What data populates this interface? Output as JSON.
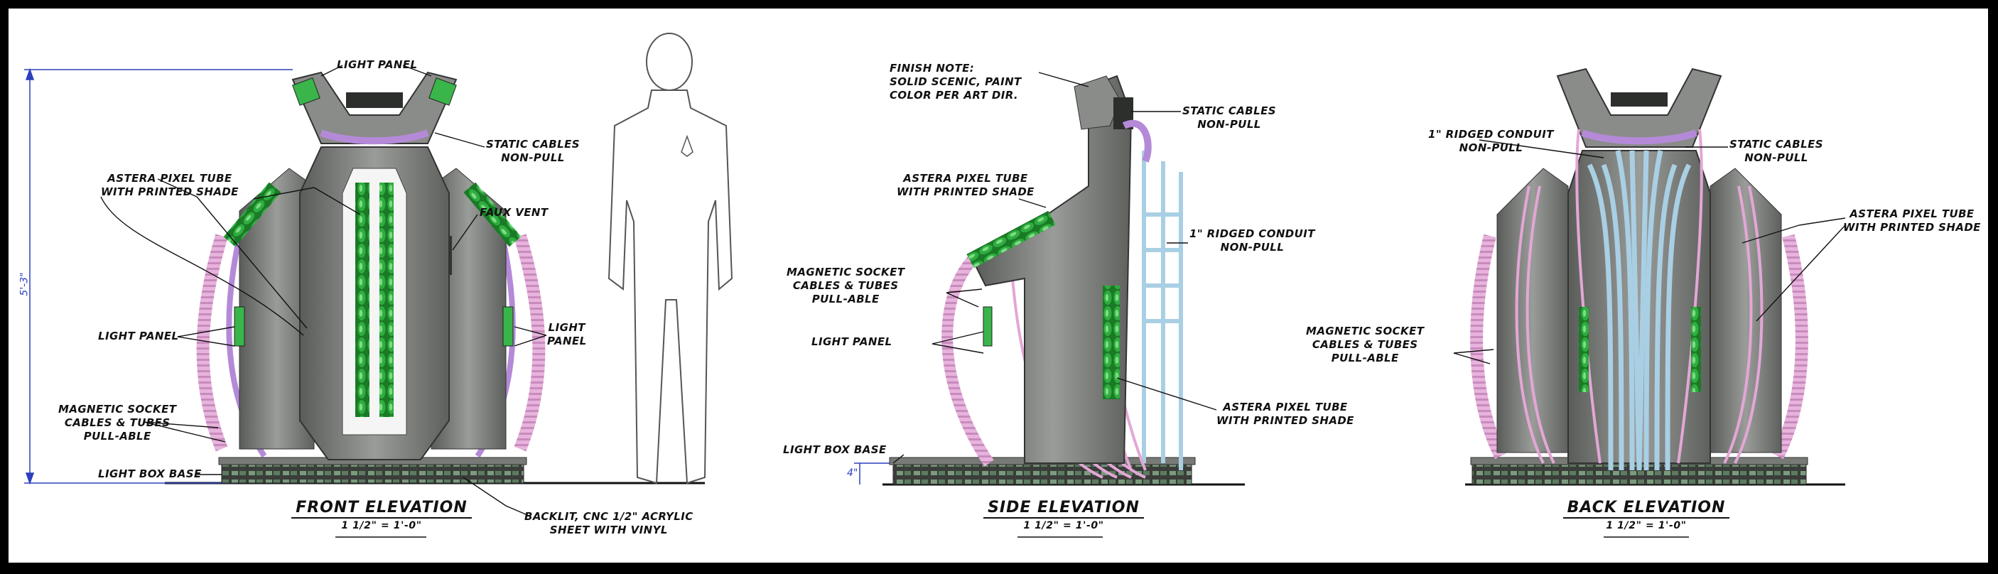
{
  "colors": {
    "frame": "#7c7e7b",
    "frame_dark": "#4d4f4c",
    "pixel_tube": "#1e8a2c",
    "cable_pink": "#e3a7d6",
    "cable_lilac": "#b48ad8",
    "conduit_blue": "#a9cfe4",
    "dimension_blue": "#2b3fbf"
  },
  "front": {
    "title": "FRONT ELEVATION",
    "scale": "1 1/2\" = 1'-0\"",
    "labels": {
      "light_panel_top": "LIGHT PANEL",
      "static_cables": [
        "STATIC CABLES",
        "NON-PULL"
      ],
      "astera": [
        "ASTERA PIXEL TUBE",
        "WITH PRINTED SHADE"
      ],
      "faux_vent": "FAUX VENT",
      "light_panel_left": "LIGHT PANEL",
      "light_panel_right": [
        "LIGHT",
        "PANEL"
      ],
      "magnetic": [
        "MAGNETIC SOCKET",
        "CABLES & TUBES",
        "PULL-ABLE"
      ],
      "light_box_base": "LIGHT BOX BASE",
      "backlit": [
        "BACKLIT, CNC 1/2\" ACRYLIC",
        "SHEET WITH VINYL"
      ]
    },
    "height_dim": "5'-3\""
  },
  "side": {
    "title": "SIDE ELEVATION",
    "scale": "1 1/2\" = 1'-0\"",
    "labels": {
      "finish_note": [
        "FINISH NOTE:",
        "SOLID SCENIC, PAINT",
        "COLOR PER ART DIR."
      ],
      "static_cables": [
        "STATIC CABLES",
        "NON-PULL"
      ],
      "astera_top": [
        "ASTERA PIXEL TUBE",
        "WITH PRINTED SHADE"
      ],
      "conduit": [
        "1\" RIDGED CONDUIT",
        "NON-PULL"
      ],
      "magnetic": [
        "MAGNETIC SOCKET",
        "CABLES & TUBES",
        "PULL-ABLE"
      ],
      "light_panel": "LIGHT PANEL",
      "astera_bottom": [
        "ASTERA PIXEL TUBE",
        "WITH PRINTED SHADE"
      ],
      "light_box_base": "LIGHT BOX BASE"
    },
    "base_dim": "4\""
  },
  "back": {
    "title": "BACK ELEVATION",
    "scale": "1 1/2\" = 1'-0\"",
    "labels": {
      "conduit": [
        "1\" RIDGED CONDUIT",
        "NON-PULL"
      ],
      "static_cables": [
        "STATIC CABLES",
        "NON-PULL"
      ],
      "astera": [
        "ASTERA PIXEL TUBE",
        "WITH PRINTED SHADE"
      ],
      "magnetic": [
        "MAGNETIC SOCKET",
        "CABLES & TUBES",
        "PULL-ABLE"
      ]
    }
  }
}
